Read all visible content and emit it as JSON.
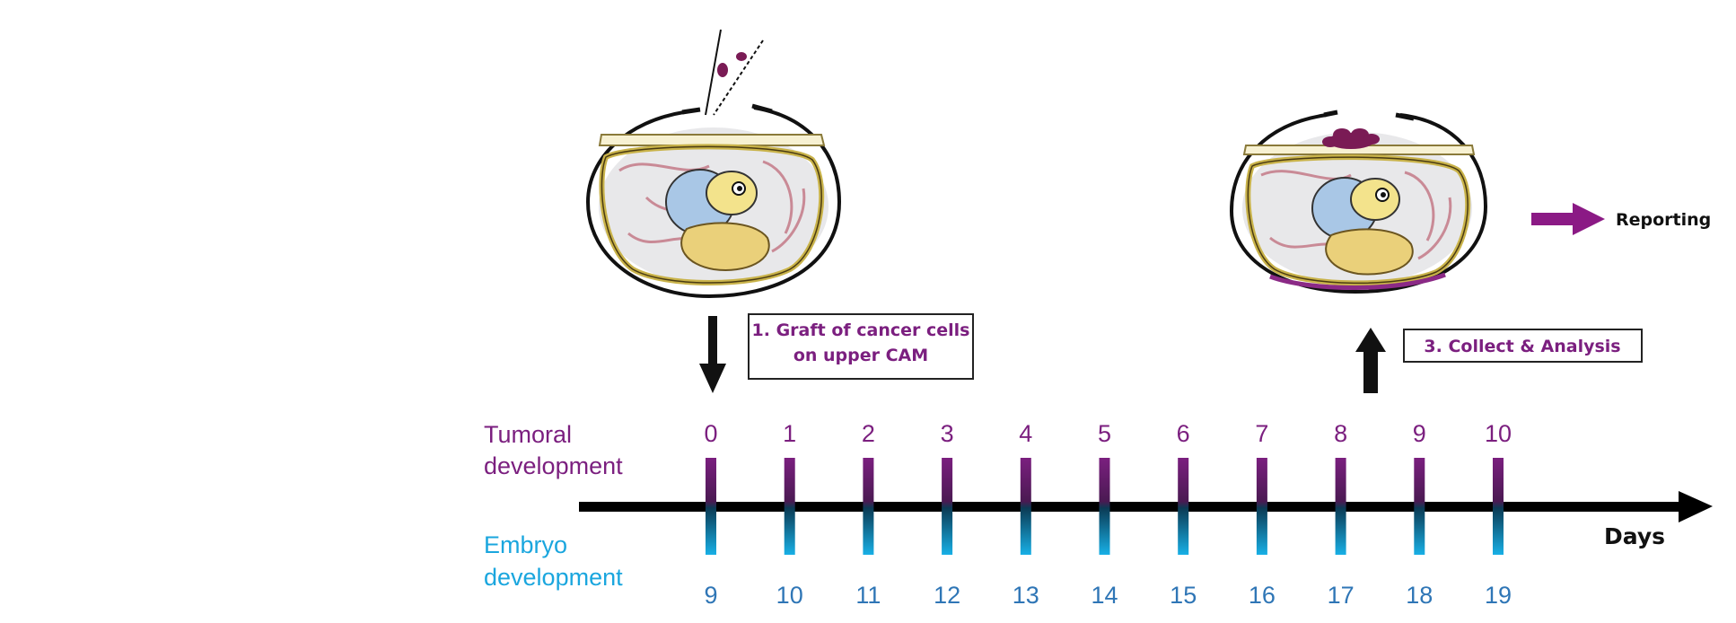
{
  "step_labels": {
    "graft_line1": "1. Graft  of cancer  cells",
    "graft_line2": "on upper CAM",
    "collect": "3. Collect  & Analysis",
    "reporting": "Reporting"
  },
  "row_labels": {
    "tumoral_line1": "Tumoral",
    "tumoral_line2": "development",
    "embryo_line1": "Embryo",
    "embryo_line2": "development"
  },
  "axis": {
    "label": "Days"
  },
  "tumoral_days": [
    "0",
    "1",
    "2",
    "3",
    "4",
    "5",
    "6",
    "7",
    "8",
    "9",
    "10"
  ],
  "embryo_days": [
    "9",
    "10",
    "11",
    "12",
    "13",
    "14",
    "15",
    "16",
    "17",
    "18",
    "19"
  ],
  "colors": {
    "purple": "#7b1f7f",
    "blue": "#1aa6de",
    "black": "#000000"
  },
  "icons": [
    "egg-window-icon",
    "pipette-icon",
    "egg-tumor-icon",
    "arrow-down-icon",
    "arrow-up-icon",
    "arrow-right-icon"
  ]
}
